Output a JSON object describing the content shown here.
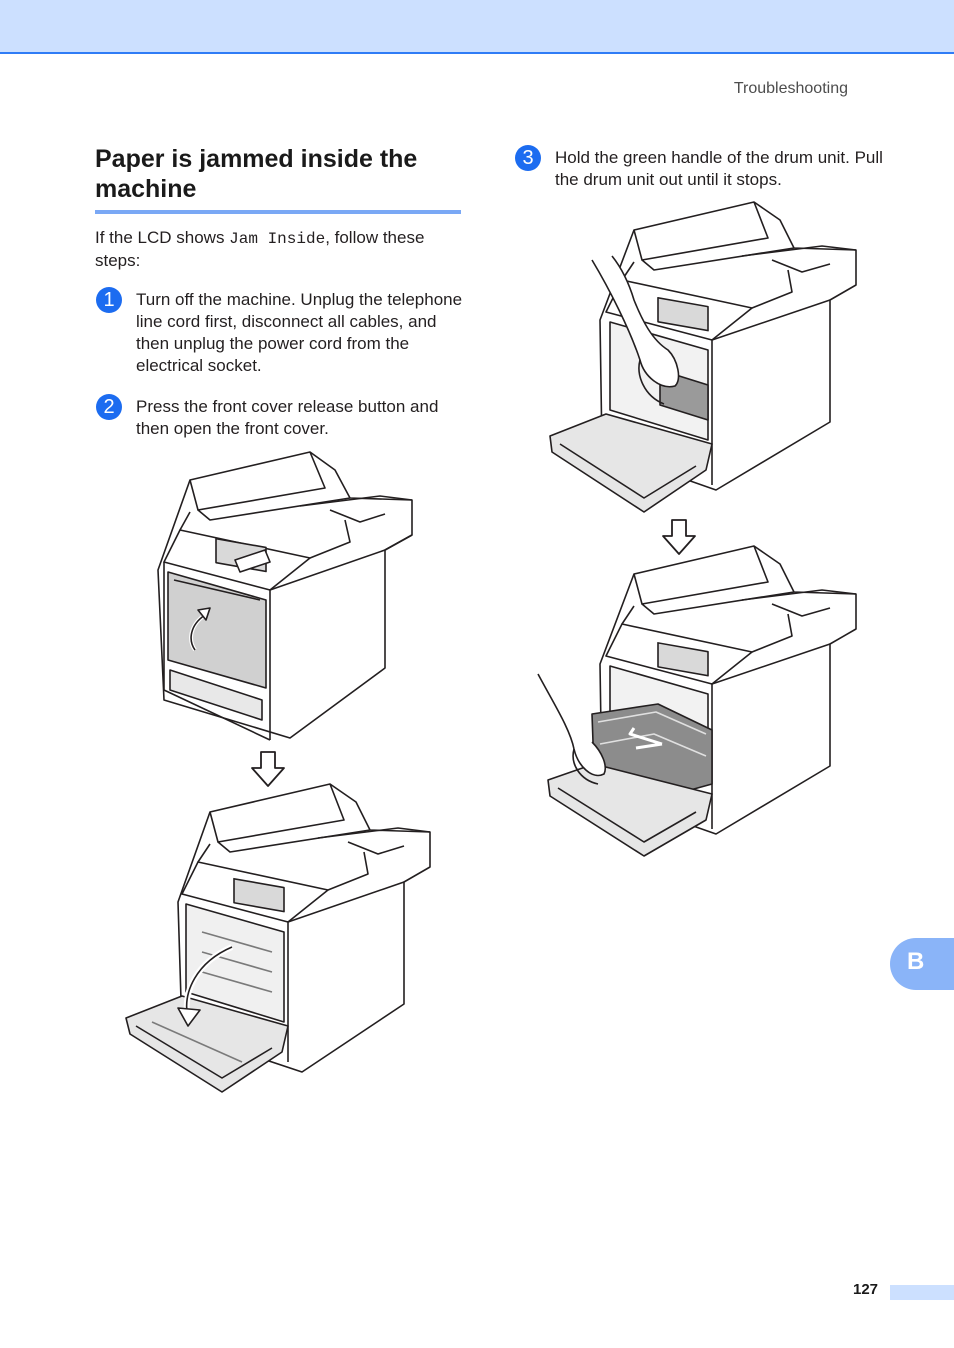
{
  "header": {
    "running_title": "Troubleshooting"
  },
  "section": {
    "title": "Paper is jammed inside the machine",
    "intro_before": "If the LCD shows ",
    "intro_code": "Jam Inside",
    "intro_after": ", follow these steps:"
  },
  "steps": [
    {
      "number": "1",
      "text": "Turn off the machine. Unplug the telephone line cord first, disconnect all cables, and then unplug the power cord from the electrical socket."
    },
    {
      "number": "2",
      "text": "Press the front cover release button and then open the front cover."
    },
    {
      "number": "3",
      "text": "Hold the green handle of the drum unit. Pull the drum unit out until it stops."
    }
  ],
  "illustrations": [
    {
      "icon": "printer-closed-front-cover-icon"
    },
    {
      "icon": "down-arrow-icon"
    },
    {
      "icon": "printer-open-front-cover-icon"
    },
    {
      "icon": "printer-hand-on-drum-icon"
    },
    {
      "icon": "down-arrow-icon"
    },
    {
      "icon": "printer-drum-pulled-out-icon"
    }
  ],
  "chapter_tab": {
    "letter": "B"
  },
  "footer": {
    "page_number": "127"
  },
  "colors": {
    "accent": "#1c6cf0",
    "band": "#cce0ff",
    "tab": "#8ab4f8",
    "rule": "#7aa8f5"
  }
}
